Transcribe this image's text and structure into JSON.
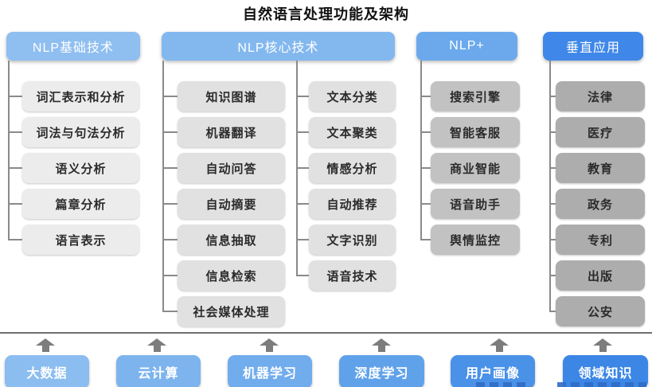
{
  "title": "自然语言处理功能及架构",
  "col1": {
    "header": "NLP基础技术",
    "items": [
      "词汇表示和分析",
      "词法与句法分析",
      "语义分析",
      "篇章分析",
      "语言表示"
    ]
  },
  "col2": {
    "header": "NLP核心技术",
    "left_items": [
      "知识图谱",
      "机器翻译",
      "自动问答",
      "自动摘要",
      "信息抽取",
      "信息检索",
      "社会媒体处理"
    ],
    "right_items": [
      "文本分类",
      "文本聚类",
      "情感分析",
      "自动推荐",
      "文字识别",
      "语音技术"
    ]
  },
  "col3": {
    "header": "NLP+",
    "items": [
      "搜索引擎",
      "智能客服",
      "商业智能",
      "语音助手",
      "舆情监控"
    ]
  },
  "col4": {
    "header": "垂直应用",
    "items": [
      "法律",
      "医疗",
      "教育",
      "政务",
      "专利",
      "出版",
      "公安"
    ]
  },
  "foundation": [
    "大数据",
    "云计算",
    "机器学习",
    "深度学习",
    "用户画像",
    "领域知识"
  ],
  "colors": {
    "header_col1": "#8FBEF0",
    "header_col2": "#83B8EF",
    "header_col3": "#6BA9EC",
    "header_col4": "#3F87E8",
    "item_col1": "#ECECEC",
    "item_col2": "#E1E1E1",
    "item_col3": "#C2C2C2",
    "item_col4": "#ADADAD",
    "foundation_1": "#8BBDF0",
    "foundation_2": "#7DB4EE",
    "foundation_3": "#71ACED",
    "foundation_4": "#60A2EA",
    "foundation_5": "#4A91E8",
    "foundation_6": "#3C86E6",
    "connector": "#8a8a8a",
    "arrow": "#7d7d7d"
  }
}
